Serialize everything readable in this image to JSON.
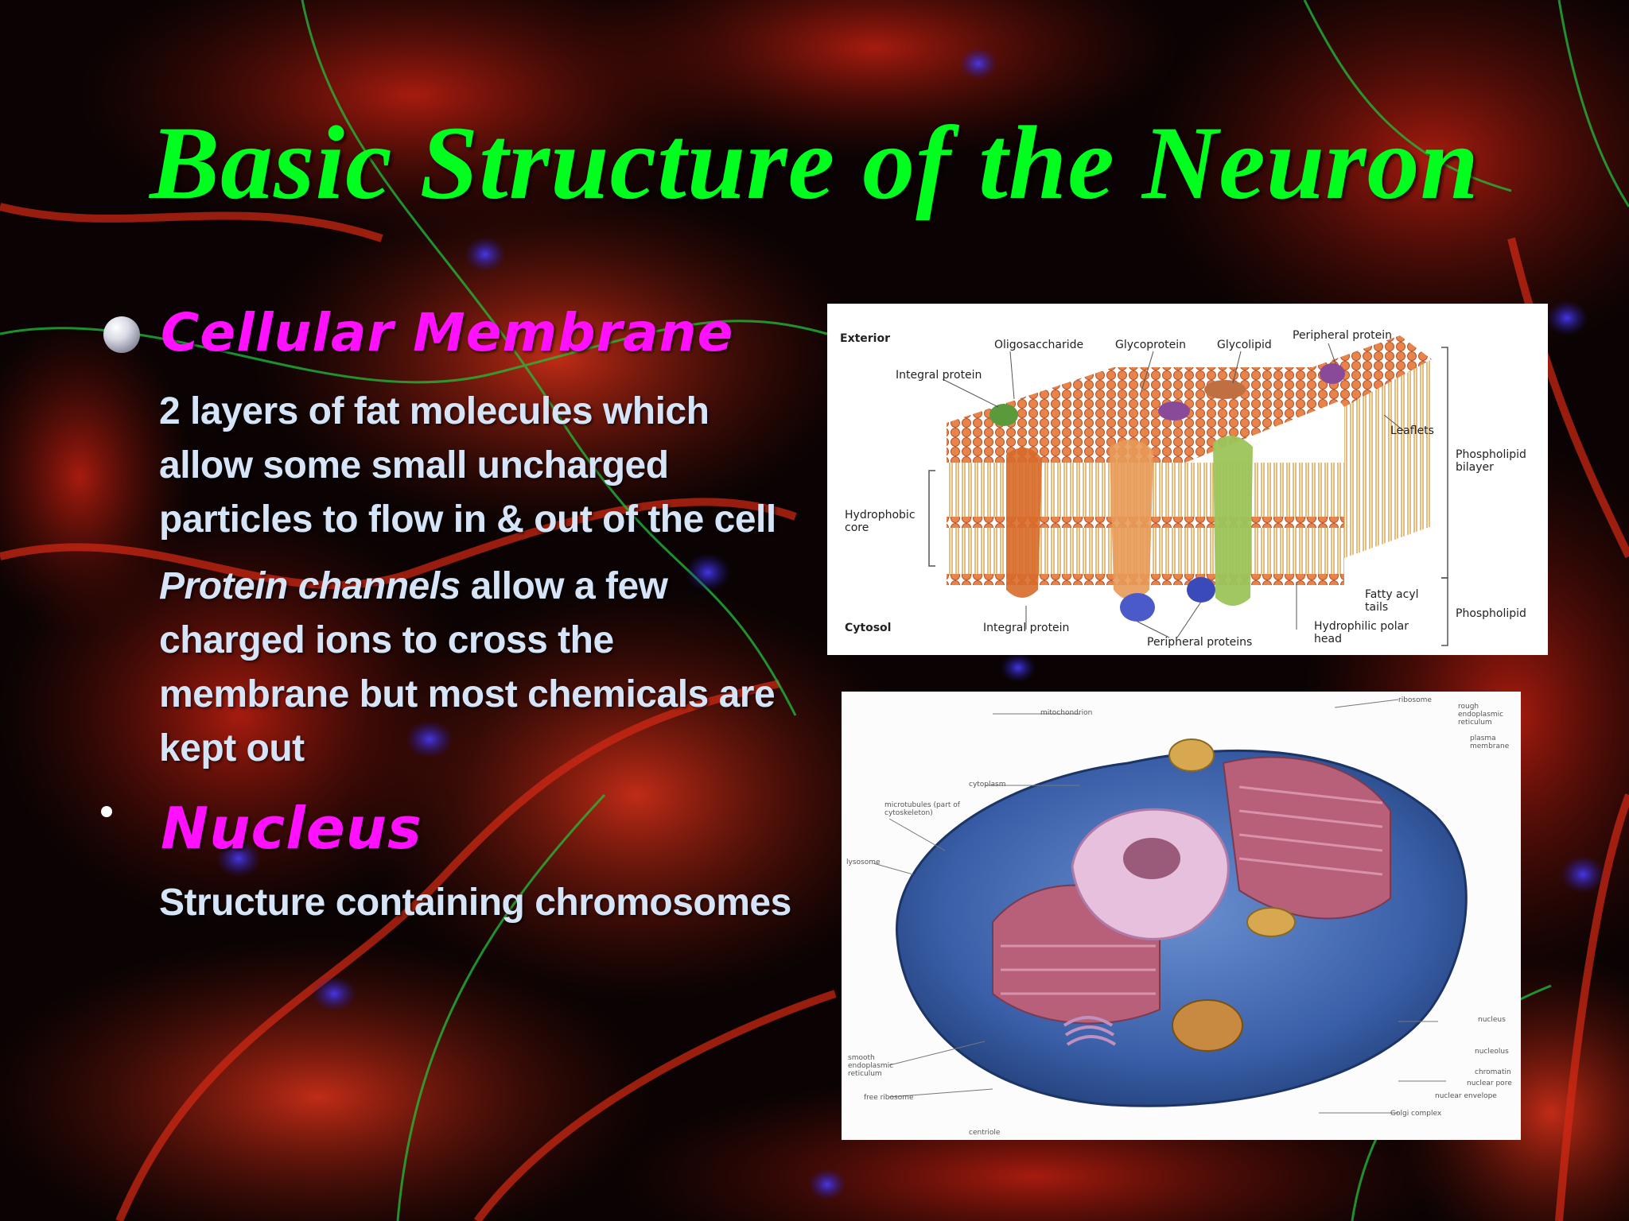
{
  "slide": {
    "title": "Basic Structure of the Neuron",
    "background": "fluorescent neuron micrograph (red, green, blue)"
  },
  "sections": [
    {
      "heading": "Cellular Membrane",
      "paragraph1": "2 layers of fat molecules which allow some small uncharged particles to flow in & out of the cell",
      "paragraph2_emphasis": "Protein channels",
      "paragraph2_rest": " allow a few charged ions to cross the membrane but most chemicals are kept out"
    },
    {
      "heading": "Nucleus",
      "paragraph1": "Structure containing chromosomes"
    }
  ],
  "membrane_diagram": {
    "labels": {
      "exterior": "Exterior",
      "oligosaccharide": "Oligosaccharide",
      "glycoprotein": "Glycoprotein",
      "glycolipid": "Glycolipid",
      "peripheral_protein": "Peripheral protein",
      "integral_protein_top": "Integral protein",
      "leaflets": "Leaflets",
      "phospholipid_bilayer": "Phospholipid bilayer",
      "hydrophobic_core": "Hydrophobic core",
      "cytosol": "Cytosol",
      "integral_protein_bottom": "Integral protein",
      "peripheral_proteins": "Peripheral proteins",
      "fatty_acyl_tails": "Fatty acyl tails",
      "hydrophilic_polar_head": "Hydrophilic polar head",
      "phospholipid": "Phospholipid"
    }
  },
  "cell_diagram": {
    "labels": {
      "ribosome": "ribosome",
      "rough_er": "rough endoplasmic reticulum",
      "mitochondrion": "mitochondrion",
      "plasma_membrane": "plasma membrane",
      "cytoplasm": "cytoplasm",
      "microtubules": "microtubules (part of cytoskeleton)",
      "lysosome": "lysosome",
      "nucleus": "nucleus",
      "nucleolus": "nucleolus",
      "smooth_er": "smooth endoplasmic reticulum",
      "chromatin": "chromatin",
      "nuclear_pore": "nuclear pore",
      "nuclear_envelope": "nuclear envelope",
      "free_ribosome": "free ribosome",
      "golgi_complex": "Golgi complex",
      "centriole": "centriole"
    }
  },
  "colors": {
    "title": "#00ff1e",
    "heading": "#ff11ff",
    "body_text": "#d6e4f8"
  }
}
